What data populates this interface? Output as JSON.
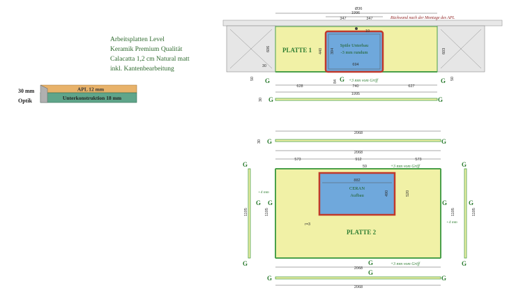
{
  "spec": {
    "lines": [
      "Arbeitsplatten Level",
      "Keramik Premium Qualität",
      "Calacatta 1,2 cm Natural matt",
      "inkl. Kantenbearbeitung"
    ]
  },
  "layers": {
    "total": "30 mm",
    "optik": "Optik",
    "apl": "APL 12 mm",
    "unter": "Unterkonstruktion 18 mm"
  },
  "colors": {
    "slab": "#f1f1a6",
    "green_edge": "#4aa04a",
    "sink_red": "#c0392b",
    "sink_blue": "#6fa8dc",
    "apl_orange": "#e8b26a",
    "unter_teal": "#5fa58a"
  },
  "platte1": {
    "title": "PLATTE 1",
    "sink_label_1": "Spüle Unterbau",
    "sink_label_2": "-3 mm rundum",
    "top_note": "Rückwand nach der Montage des APL",
    "dims": {
      "d_diam": "Ø36",
      "d_1996": "1996",
      "d_347a": "347",
      "d_347b": "347",
      "d_10": "10",
      "d_606": "606",
      "d_603": "603",
      "d_440": "440",
      "d_394": "394",
      "d_694": "694",
      "d_84": "84",
      "d_628": "628",
      "d_740": "740",
      "d_627": "627",
      "d_1995": "1995",
      "d_30a": "30",
      "d_50a": "50",
      "d_50b": "50",
      "d_30b": "30"
    },
    "griff_note": "+3 mm vom Griff",
    "edge_g": "G"
  },
  "platte2": {
    "title": "PLATTE 2",
    "ceran_1": "CERAN",
    "ceran_2": "Aufbau",
    "dims": {
      "d_2068_top": "2068",
      "d_2068_b": "2068",
      "d_573a": "573",
      "d_912": "912",
      "d_573b": "573",
      "d_59": "59",
      "d_882": "882",
      "d_490": "490",
      "d_520": "520",
      "d_r3": "r=3",
      "d_1105_l": "1105",
      "d_1105_l2": "1105",
      "d_1105_r": "1105",
      "d_1105_r2": "1105",
      "d_2068_c": "2068",
      "d_2068_d": "2068",
      "d_30": "30"
    },
    "griff_note_top": "+3 mm vom Griff",
    "griff_note_bottom": "+3 mm vom Griff",
    "side_note_l": "+4 mm",
    "side_note_r": "+4 mm",
    "edge_g": "G"
  }
}
